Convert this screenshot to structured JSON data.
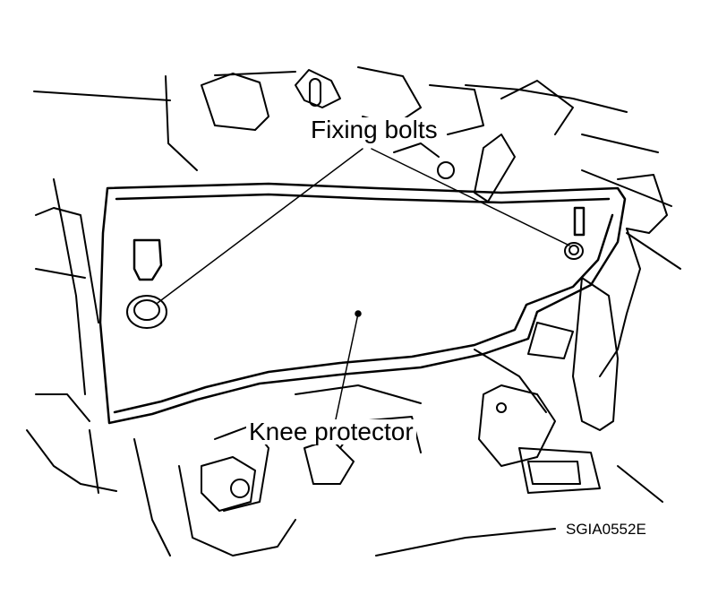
{
  "figure": {
    "labels": {
      "fixing_bolts": "Fixing bolts",
      "knee_protector": "Knee protector",
      "figure_code": "SGIA0552E"
    },
    "colors": {
      "ink": "#000000",
      "paper": "#ffffff"
    }
  }
}
